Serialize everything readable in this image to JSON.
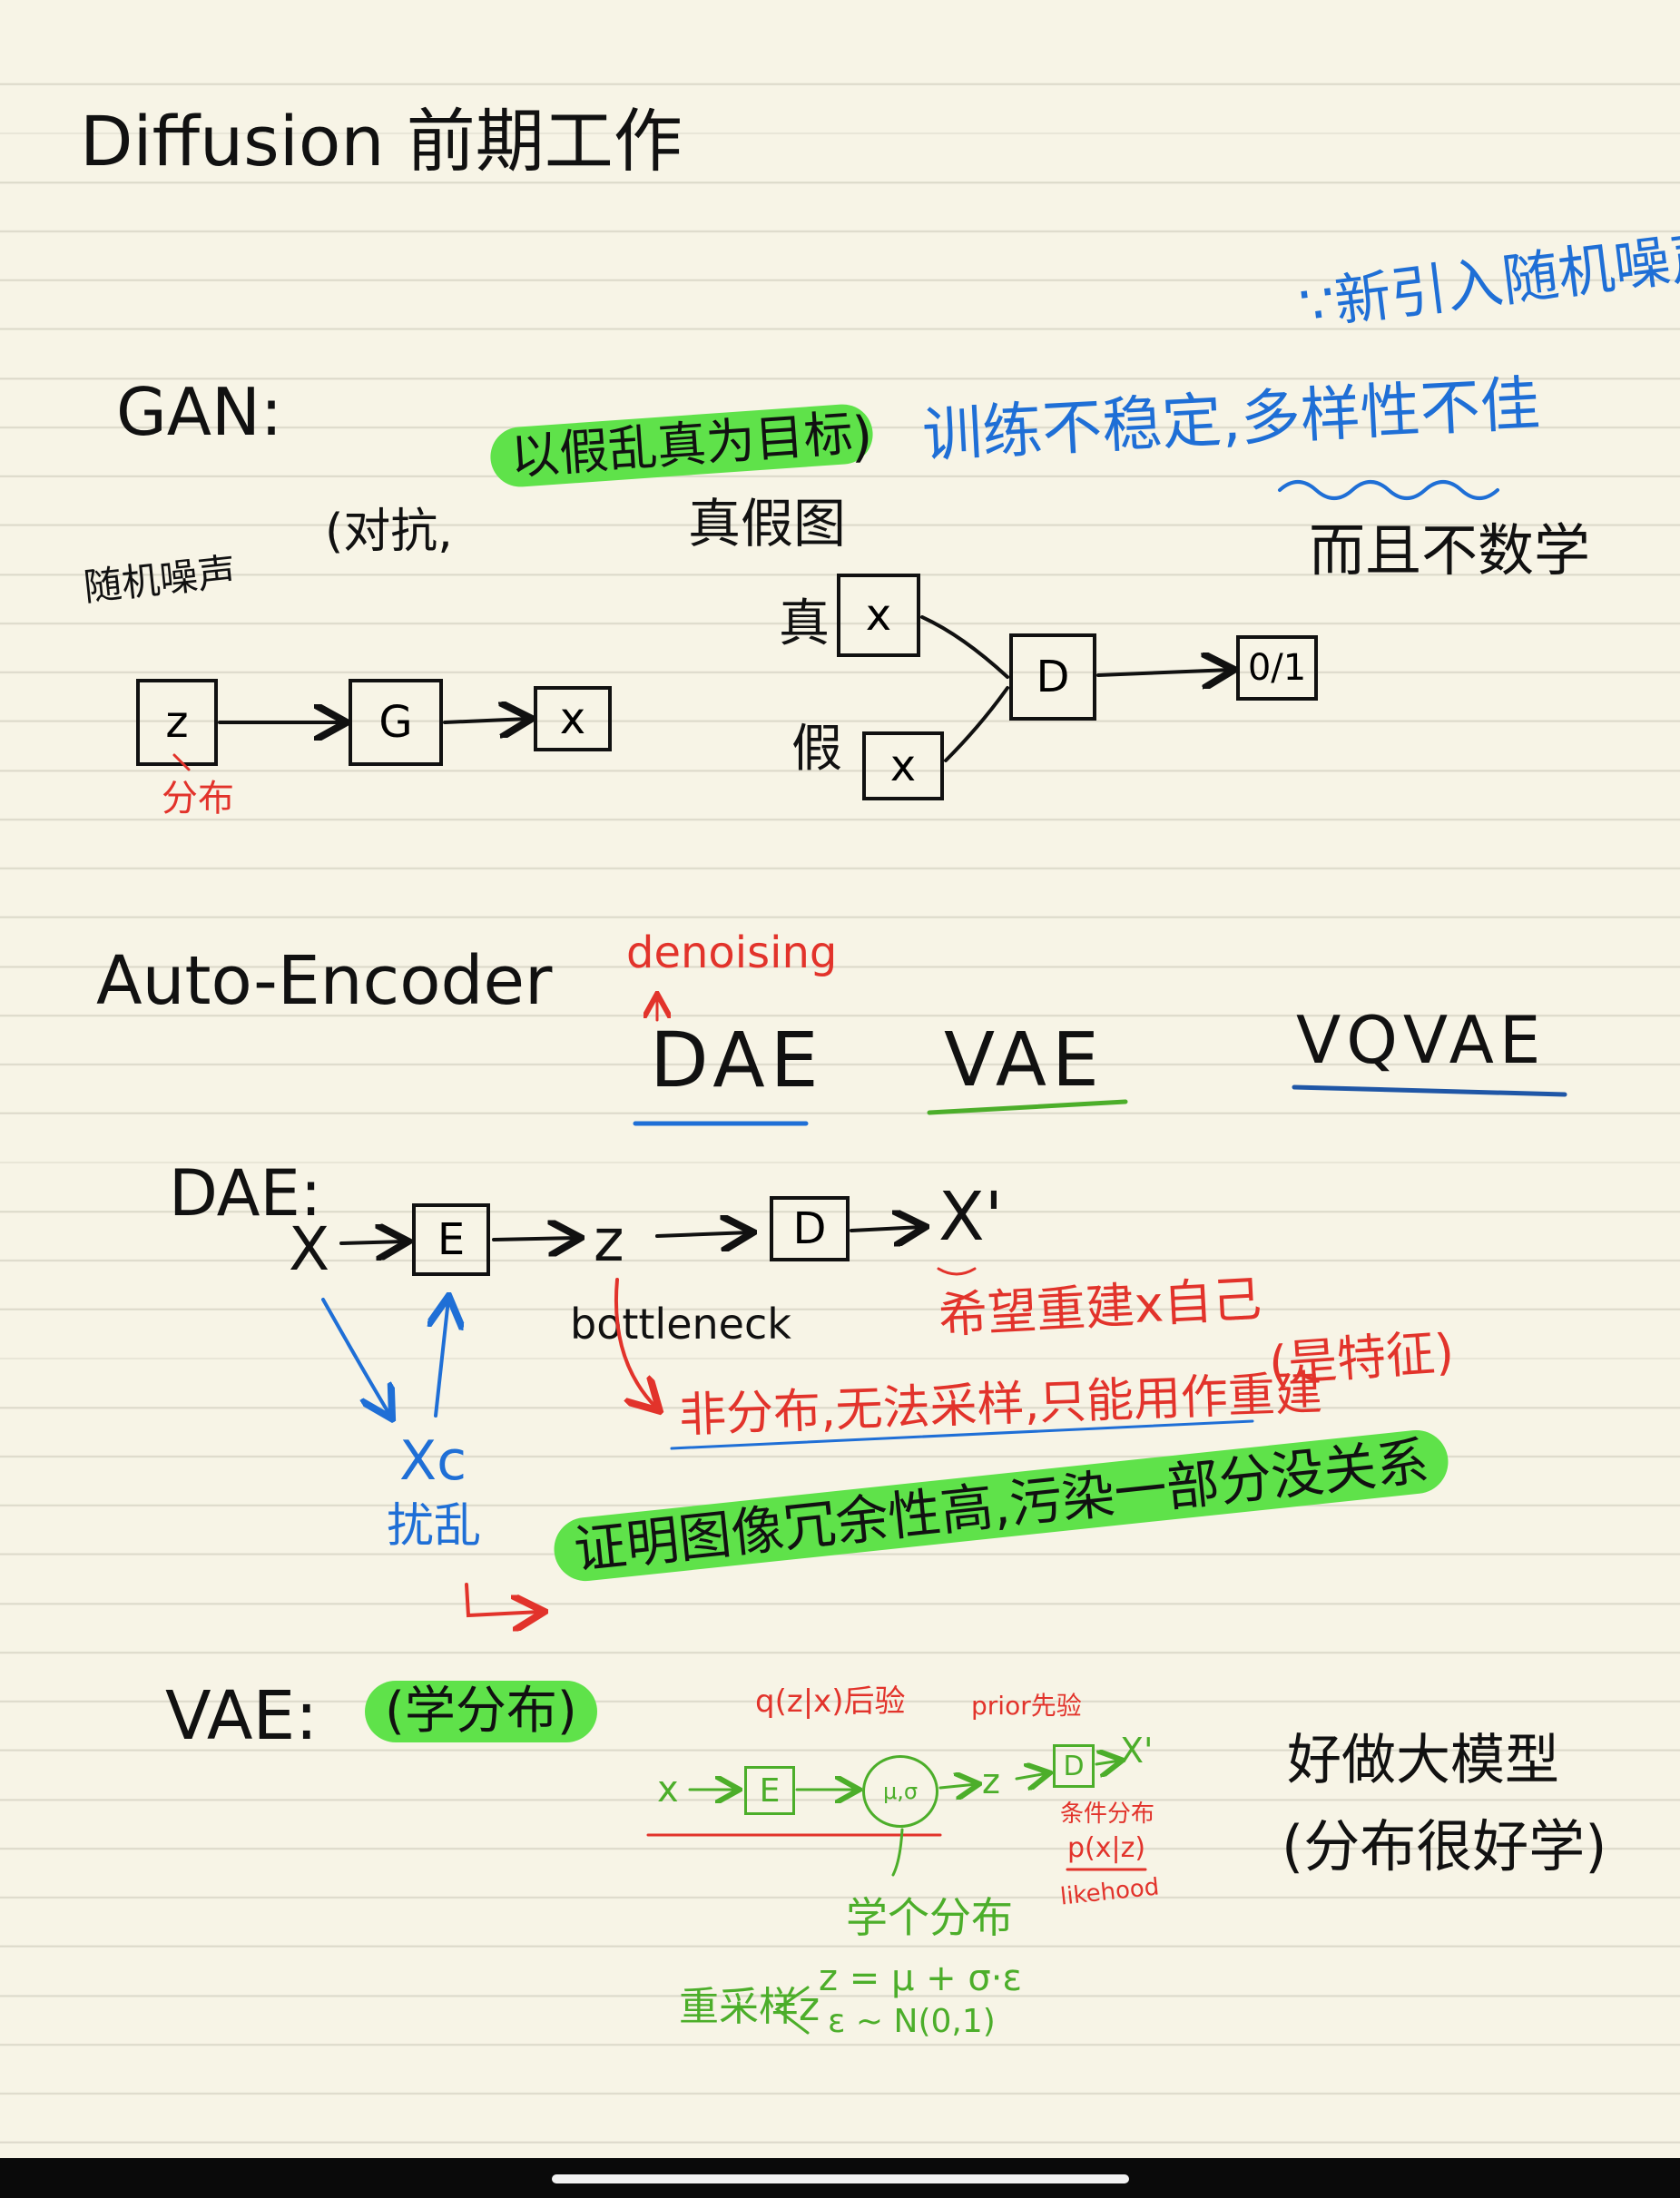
{
  "title": "Diffusion 前期工作",
  "gan": {
    "label": "GAN:",
    "noise_label": "随机噪声",
    "z": "z",
    "dist_label": "分布",
    "g": "G",
    "x": "x",
    "adversarial_open": "(对抗,",
    "adversarial_hl": "以假乱真为目标",
    "adversarial_close": ")",
    "real_fake_img": "真假图",
    "real": "真",
    "fake": "假",
    "real_x": "x",
    "fake_x": "x",
    "d": "D",
    "out": "0/1",
    "blue_new_noise": "∵新引入随机噪声",
    "blue_problem": "训练不稳定,多样性不佳",
    "not_math": "而且不数学"
  },
  "ae": {
    "label": "Auto-Encoder",
    "denoising": "denoising",
    "variants": [
      "DAE",
      "VAE",
      "VQVAE"
    ]
  },
  "dae": {
    "label": "DAE:",
    "x": "X",
    "e": "E",
    "z": "z",
    "d": "D",
    "x_prime": "X'",
    "bottleneck": "bottleneck",
    "recon_match": "希望重建x自己",
    "not_distribution": "非分布,无法采样,只能用作重建",
    "feature": "(是特征)",
    "xc": "Xc",
    "disturb": "扰乱",
    "redundancy": "证明图像冗余性高,污染一部分没关系"
  },
  "vae": {
    "label": "VAE:",
    "learn_dist": "(学分布)",
    "posterior": "q(z|x)后验",
    "prior": "prior先验",
    "x": "x",
    "e": "E",
    "musigma": "μ,σ",
    "z": "z",
    "d": "D",
    "x_prime": "X'",
    "cond_dist": "条件分布",
    "pxz": "p(x|z)",
    "likelihood": "likehood",
    "learn_a_dist": "学个分布",
    "resample": "重采样z",
    "formula1": "z = μ + σ·ε",
    "formula2": "ε ~ N(0,1)",
    "big_model_1": "好做大模型",
    "big_model_2": "(分布很好学)"
  },
  "colors": {
    "paper": "#f7f4e6",
    "ink": "#111111",
    "blue": "#1f6fd6",
    "red": "#e2332b",
    "green": "#4cae2a",
    "highlight": "#5fe24a"
  }
}
